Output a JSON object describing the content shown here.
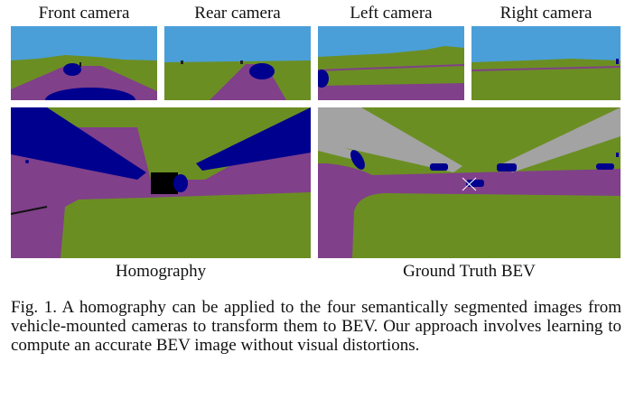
{
  "figure": {
    "camera_labels": {
      "front": "Front camera",
      "rear": "Rear camera",
      "left": "Left camera",
      "right": "Right camera"
    },
    "homography_label": "Homography",
    "ground_truth_label": "Ground Truth BEV",
    "caption": "Fig. 1. A homography can be applied to the four semantically segmented images from vehicle-mounted cameras to transform them to BEV. Our approach involves learning to compute an accurate BEV image without visual distortions.",
    "segmentation_colors": {
      "sky": "#4a9fd8",
      "vegetation": "#6b8e23",
      "road": "#80408a",
      "vehicle": "#00008e",
      "occlusion": "#a3a3a3",
      "ego": "#000000"
    }
  }
}
